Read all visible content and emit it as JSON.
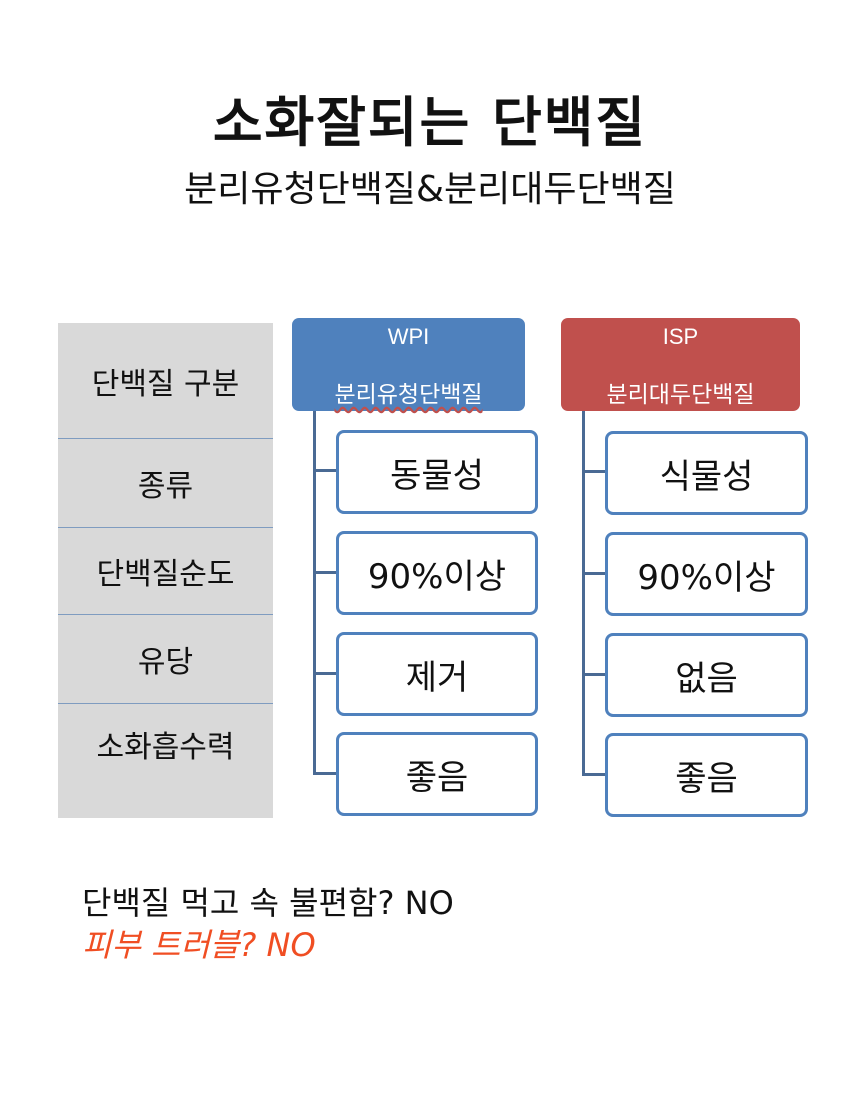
{
  "header": {
    "title": "소화잘되는 단백질",
    "subtitle": "분리유청단백질&분리대두단백질"
  },
  "categories": {
    "header": "단백질 구분",
    "rows": [
      "종류",
      "단백질순도",
      "유당",
      "소화흡수력"
    ]
  },
  "columns": [
    {
      "code": "WPI",
      "name": "분리유청단백질",
      "color": "#4f81bd",
      "values": [
        "동물성",
        "90%이상",
        "제거",
        "좋음"
      ]
    },
    {
      "code": "ISP",
      "name": "분리대두단백질",
      "color": "#c0504d",
      "values": [
        "식물성",
        "90%이상",
        "없음",
        "좋음"
      ]
    }
  ],
  "notes": {
    "line1": "단백질 먹고 속 불편함?  NO",
    "line2": "피부 트러블?  NO",
    "line2_color": "#f04e23"
  }
}
